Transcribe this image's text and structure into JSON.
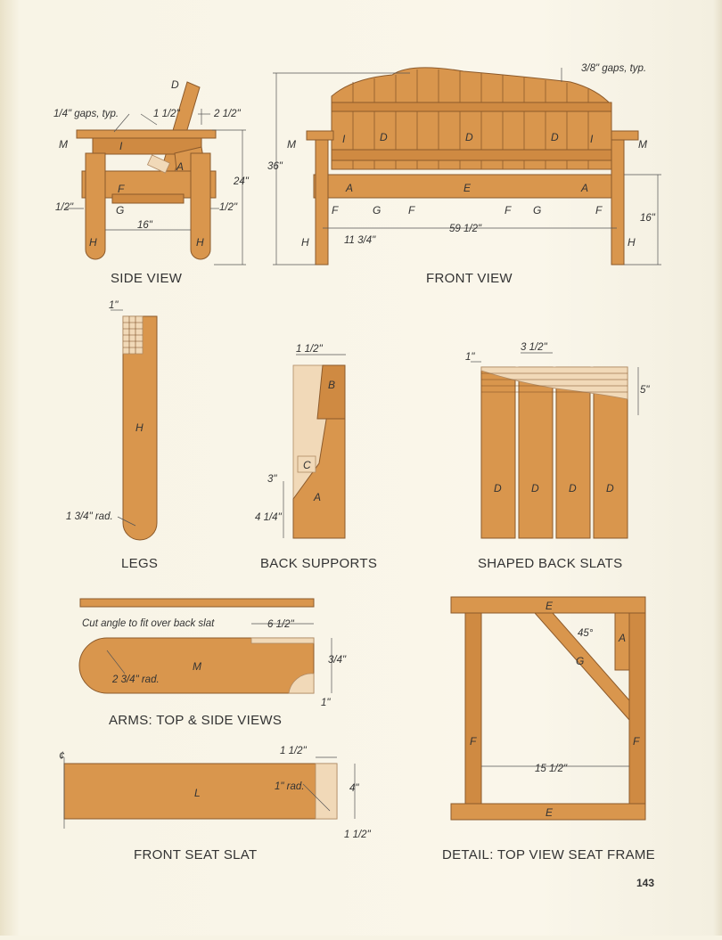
{
  "captions": {
    "side_view": "SIDE VIEW",
    "front_view": "FRONT VIEW",
    "legs": "LEGS",
    "back_supports": "BACK SUPPORTS",
    "shaped_back_slats": "SHAPED BACK SLATS",
    "arms": "ARMS: TOP & SIDE VIEWS",
    "front_seat_slat": "FRONT SEAT SLAT",
    "seat_frame": "DETAIL: TOP VIEW SEAT FRAME"
  },
  "side_view": {
    "gaps_note": "1/4\" gaps, typ.",
    "dim_1_half": "1 1/2\"",
    "dim_2_half": "2 1/2\"",
    "dim_24": "24\"",
    "dim_16": "16\"",
    "dim_half_left": "1/2\"",
    "dim_half_right": "1/2\"",
    "parts": {
      "D": "D",
      "M": "M",
      "I": "I",
      "A": "A",
      "F": "F",
      "G": "G",
      "H1": "H",
      "H2": "H"
    }
  },
  "front_view": {
    "gaps_note": "3/8\" gaps, typ.",
    "dim_36": "36\"",
    "dim_59": "59 1/2\"",
    "dim_11": "11 3/4\"",
    "dim_16": "16\"",
    "parts": {
      "M1": "M",
      "M2": "M",
      "I1": "I",
      "I2": "I",
      "D1": "D",
      "D2": "D",
      "D3": "D",
      "A1": "A",
      "A2": "A",
      "E": "E",
      "F1": "F",
      "F2": "F",
      "F3": "F",
      "F4": "F",
      "G1": "G",
      "G2": "G",
      "H1": "H",
      "H2": "H"
    }
  },
  "legs": {
    "dim_1": "1\"",
    "part": "H",
    "radius": "1 3/4\" rad."
  },
  "back_supports": {
    "dim_1_half": "1 1/2\"",
    "dim_3": "3\"",
    "dim_4": "4 1/4\"",
    "B": "B",
    "C": "C",
    "A": "A"
  },
  "back_slats": {
    "dim_1": "1\"",
    "dim_3_half": "3 1/2\"",
    "dim_5": "5\"",
    "parts": [
      "D",
      "D",
      "D",
      "D"
    ]
  },
  "arms": {
    "note": "Cut angle to fit over back slat",
    "dim_6_half": "6 1/2\"",
    "radius": "2 3/4\" rad.",
    "dim_3_4": "3/4\"",
    "dim_1": "1\"",
    "part": "M"
  },
  "front_seat": {
    "centerline": "¢",
    "dim_1_half_top": "1 1/2\"",
    "radius": "1\" rad.",
    "dim_4": "4\"",
    "dim_1_half_bottom": "1 1/2\"",
    "part": "L"
  },
  "seat_frame": {
    "E_top": "E",
    "E_bottom": "E",
    "A": "A",
    "angle": "45°",
    "G": "G",
    "F_left": "F",
    "F_right": "F",
    "dim_15": "15 1/2\""
  },
  "page_number": "143"
}
